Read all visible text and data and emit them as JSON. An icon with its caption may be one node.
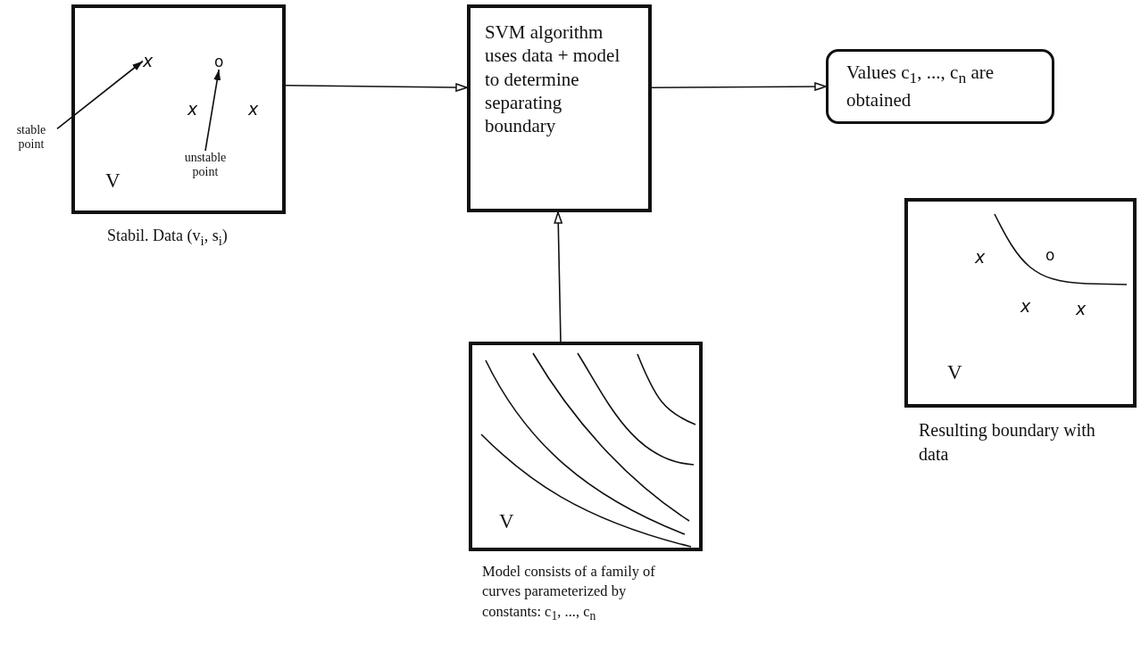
{
  "diagram": {
    "nodes": [
      {
        "text": [
          "V"
        ],
        "beside": [
          "Stabil. Data (v$_{i}$, s$_{i}$)"
        ]
      },
      {
        "text": [
          "x"
        ],
        "in": 0
      },
      {
        "text": [
          "o"
        ],
        "in": 0
      },
      {
        "text": [
          "x"
        ],
        "in": 0
      },
      {
        "text": [
          "x"
        ],
        "in": 0
      },
      {
        "text": [
          "stable point"
        ]
      },
      {
        "text": [
          "unstable point"
        ],
        "in": 0
      },
      {
        "text": [
          "SVM algorithm uses data + model to determine separating boundary"
        ]
      },
      {
        "text": [
          "Values c$_{1}$, ..., c$_{n}$ are obtained"
        ]
      },
      {
        "text": [
          "V"
        ],
        "beside": [
          "Model consists of a family of curves parameterized by constants: c$_{1}$, ..., c$_{n}$"
        ]
      },
      {
        "text": [
          "V"
        ],
        "beside": [
          "Resulting boundary with data"
        ]
      },
      {
        "text": [
          "x"
        ],
        "in": 10
      },
      {
        "text": [
          "o"
        ],
        "in": 10
      },
      {
        "text": [
          "x"
        ],
        "in": 10
      },
      {
        "text": [
          "x"
        ],
        "in": 10
      }
    ],
    "edges": [
      {
        "from": 5,
        "to": 1,
        "arrow": "to"
      },
      {
        "from": 6,
        "to": 2,
        "arrow": "to"
      },
      {
        "from": 0,
        "to": 7,
        "arrow": "to"
      },
      {
        "from": 7,
        "to": 8,
        "arrow": "to"
      },
      {
        "from": 9,
        "to": 7,
        "arrow": "to"
      }
    ]
  }
}
